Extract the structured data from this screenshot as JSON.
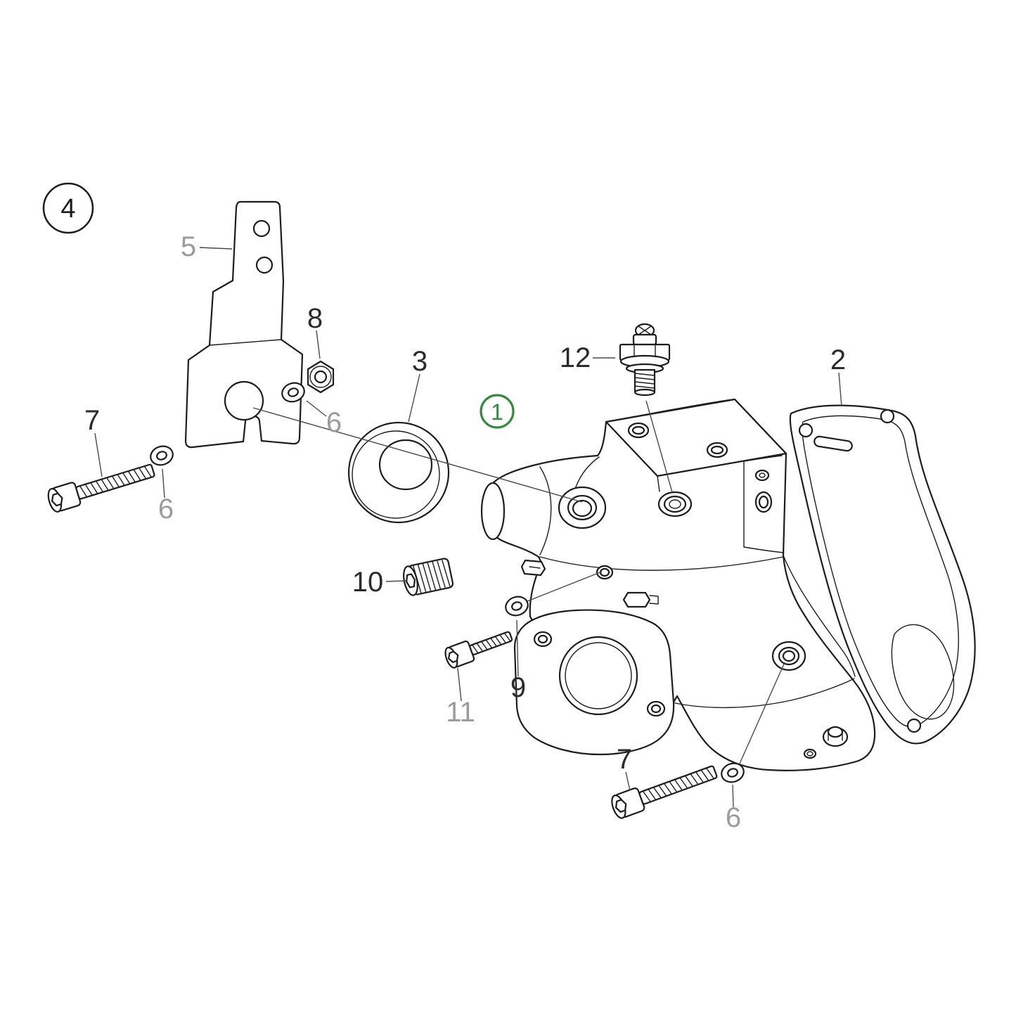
{
  "diagram": {
    "type": "exploded-parts-diagram",
    "colors": {
      "line": "#1d1d1d",
      "label": "#2b2b2b",
      "label_muted": "#9c9c9c",
      "highlight_green": "#358a3d",
      "background": "#ffffff"
    },
    "badges": [
      {
        "label": "4",
        "style": "outlined-circle-black"
      },
      {
        "label": "1",
        "style": "outlined-circle-green",
        "highlighted": true
      }
    ],
    "callouts": [
      {
        "label": "5",
        "muted": true
      },
      {
        "label": "8",
        "muted": false
      },
      {
        "label": "6",
        "muted": true
      },
      {
        "label": "3",
        "muted": false
      },
      {
        "label": "12",
        "muted": false
      },
      {
        "label": "2",
        "muted": false
      },
      {
        "label": "7",
        "muted": false
      },
      {
        "label": "6",
        "muted": true
      },
      {
        "label": "10",
        "muted": false
      },
      {
        "label": "11",
        "muted": true
      },
      {
        "label": "9",
        "muted": false
      },
      {
        "label": "7",
        "muted": false
      },
      {
        "label": "6",
        "muted": true
      }
    ]
  }
}
